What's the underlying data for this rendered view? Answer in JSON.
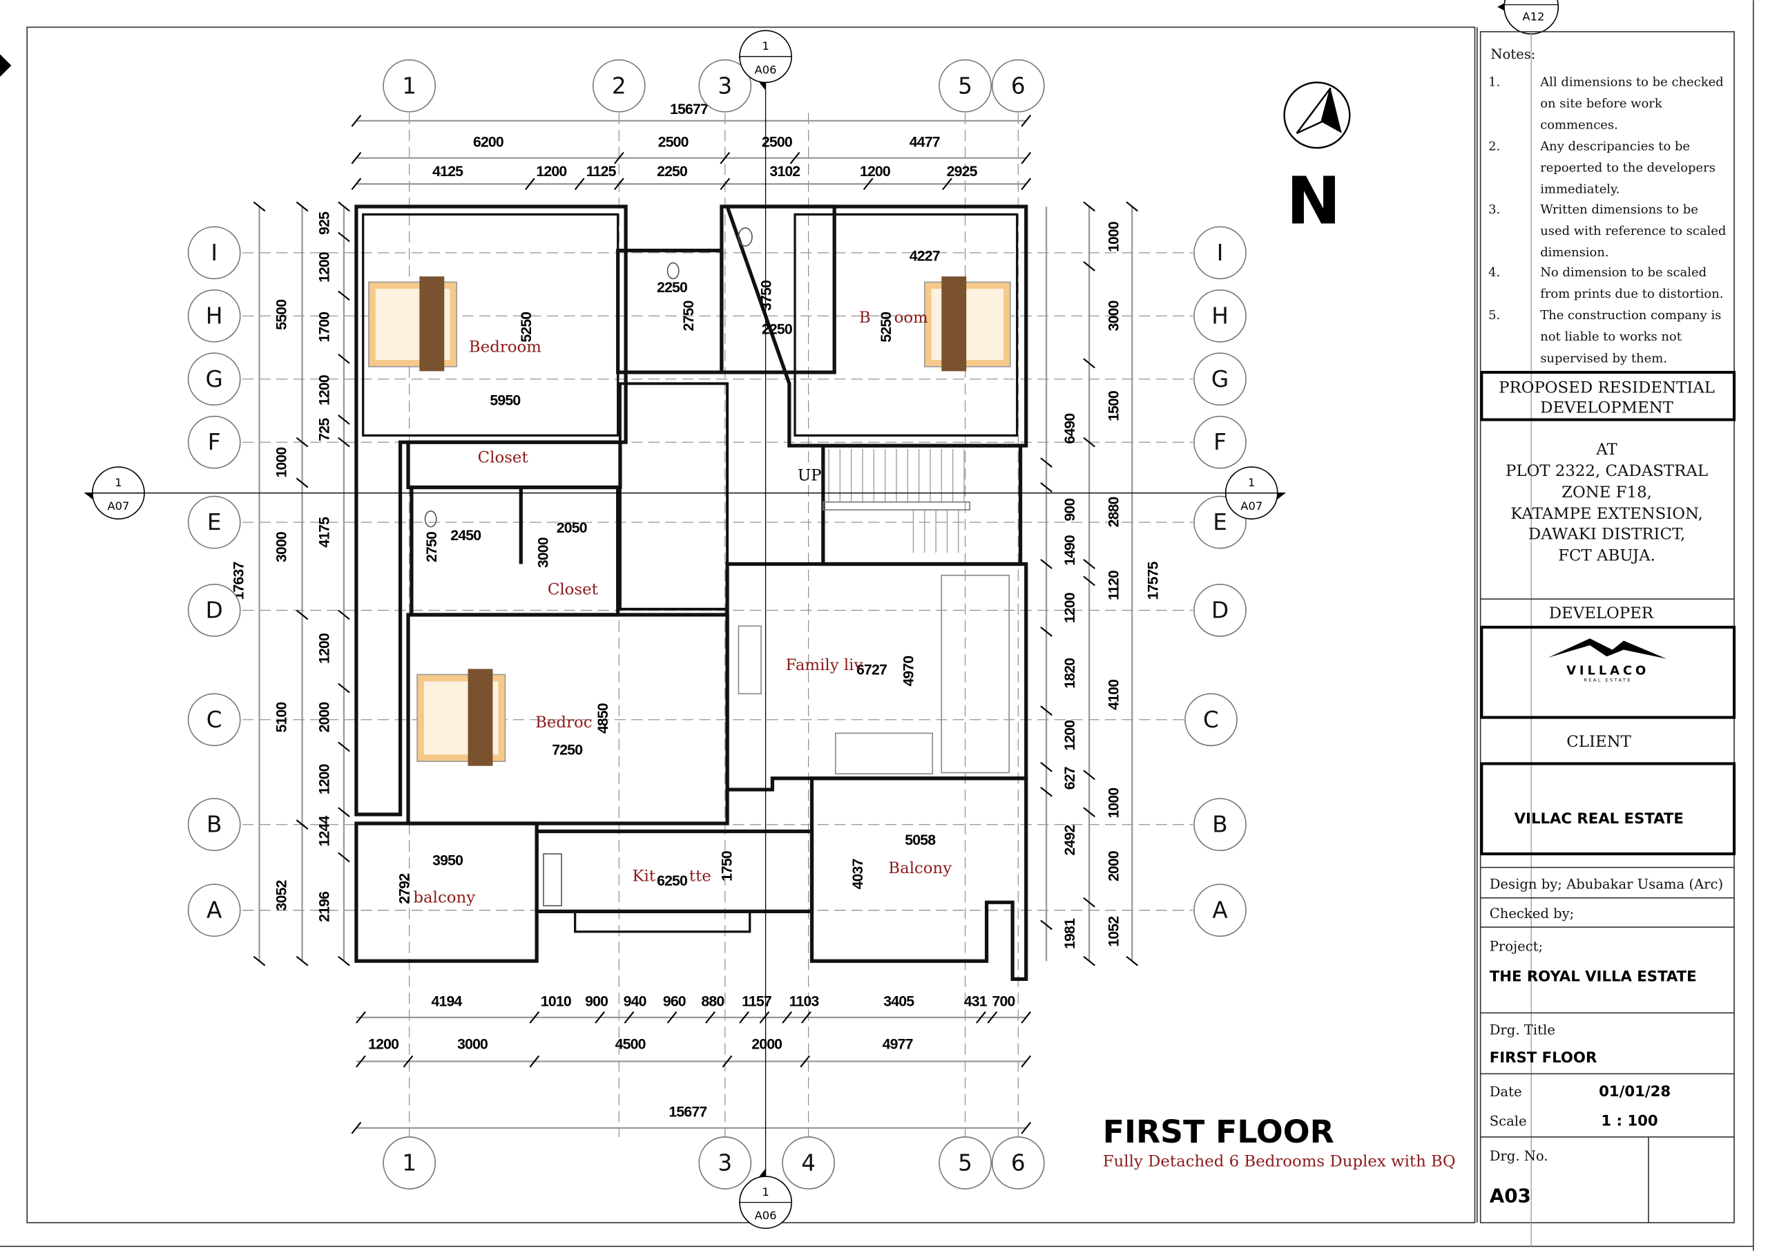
{
  "grid_columns": {
    "top": [
      "1",
      "2",
      "3",
      "5",
      "6"
    ],
    "bottom": [
      "1",
      "3",
      "4",
      "5",
      "6"
    ]
  },
  "grid_rows": [
    "I",
    "H",
    "G",
    "F",
    "E",
    "D",
    "C",
    "B",
    "A"
  ],
  "section_markers": {
    "number": "1",
    "vertical_ref": "A06",
    "horizontal_ref": "A07",
    "sheet_ref": "A12"
  },
  "north_label": "N",
  "dimensions": {
    "top_total": "15677",
    "top_chain1": [
      "6200",
      "2500",
      "2500",
      "4477"
    ],
    "top_chain2": [
      "4125",
      "1200",
      "1125",
      "2250",
      "3102",
      "1200",
      "2925"
    ],
    "bottom_chain1": [
      "4194",
      "1010",
      "900",
      "940",
      "960",
      "880",
      "1157",
      "1103",
      "3405",
      "431",
      "700"
    ],
    "bottom_chain2": [
      "1200",
      "3000",
      "4500",
      "2000",
      "4977"
    ],
    "bottom_total": "15677",
    "left_total": "17637",
    "left_chain1": [
      "5500",
      "1000",
      "3000",
      "5100",
      "3052"
    ],
    "left_chain2": [
      "925",
      "1200",
      "1700",
      "1200",
      "725",
      "4175",
      "1200",
      "2000",
      "1200",
      "1244",
      "2196"
    ],
    "right_chain1": [
      "6490",
      "900",
      "1490",
      "1200",
      "1820",
      "1200",
      "627",
      "2492",
      "1981"
    ],
    "right_chain2": [
      "1000",
      "3000",
      "1500",
      "2880",
      "1120",
      "4100",
      "1000",
      "2000",
      "1052"
    ],
    "right_total": "17575",
    "interior": [
      "5950",
      "5250",
      "2250",
      "2750",
      "3750",
      "2250",
      "4227",
      "5250",
      "2450",
      "2750",
      "3000",
      "2050",
      "6727",
      "4970",
      "4850",
      "7250",
      "3950",
      "2792",
      "6250",
      "1750",
      "5058",
      "4037"
    ]
  },
  "rooms": [
    "Bedroom",
    "Closet",
    "B",
    "oom",
    "Closet",
    "Bedroc",
    "Family liv",
    "Kit",
    "tte",
    "balcony",
    "Balcony",
    "UP"
  ],
  "drawing_title": "FIRST FLOOR",
  "drawing_subtitle": "Fully Detached 6 Bedrooms Duplex with BQ",
  "title_block": {
    "notes_heading": "Notes:",
    "notes": [
      {
        "num": "1.",
        "lines": [
          "All dimensions to be checked",
          "on site before work",
          "commences."
        ]
      },
      {
        "num": "2.",
        "lines": [
          "Any descripancies to be",
          "repoerted to the developers",
          "immediately."
        ]
      },
      {
        "num": "3.",
        "lines": [
          "Written dimensions to be",
          "used with reference to scaled",
          "dimension."
        ]
      },
      {
        "num": "4.",
        "lines": [
          "No dimension to be scaled",
          "from prints due to distortion."
        ]
      },
      {
        "num": "5.",
        "lines": [
          "The construction company is",
          "not liable to works not",
          "supervised by them."
        ]
      }
    ],
    "proposal": [
      "PROPOSED RESIDENTIAL",
      "DEVELOPMENT"
    ],
    "address": [
      "AT",
      "PLOT 2322, CADASTRAL",
      "ZONE F18,",
      "KATAMPE EXTENSION,",
      "DAWAKI DISTRICT,",
      "FCT ABUJA."
    ],
    "developer_label": "DEVELOPER",
    "developer_logo": {
      "name": "VILLACO",
      "tagline": "REAL ESTATE"
    },
    "client_label": "CLIENT",
    "client_name": "VILLAC REAL ESTATE",
    "design_by": "Design by;  Abubakar Usama (Arc)",
    "checked_by": "Checked by;",
    "project_label": "Project;",
    "project_name": "THE ROYAL VILLA ESTATE",
    "drg_title_label": "Drg. Title",
    "drg_title": "FIRST FLOOR",
    "date_label": "Date",
    "date": "01/01/28",
    "scale_label": "Scale",
    "scale": "1 : 100",
    "drg_no_label": "Drg. No.",
    "drg_no": "A03"
  },
  "colors": {
    "room_label": "#8b1a1a",
    "bed_frame": "#f5c98a",
    "blanket": "#7a5230"
  }
}
